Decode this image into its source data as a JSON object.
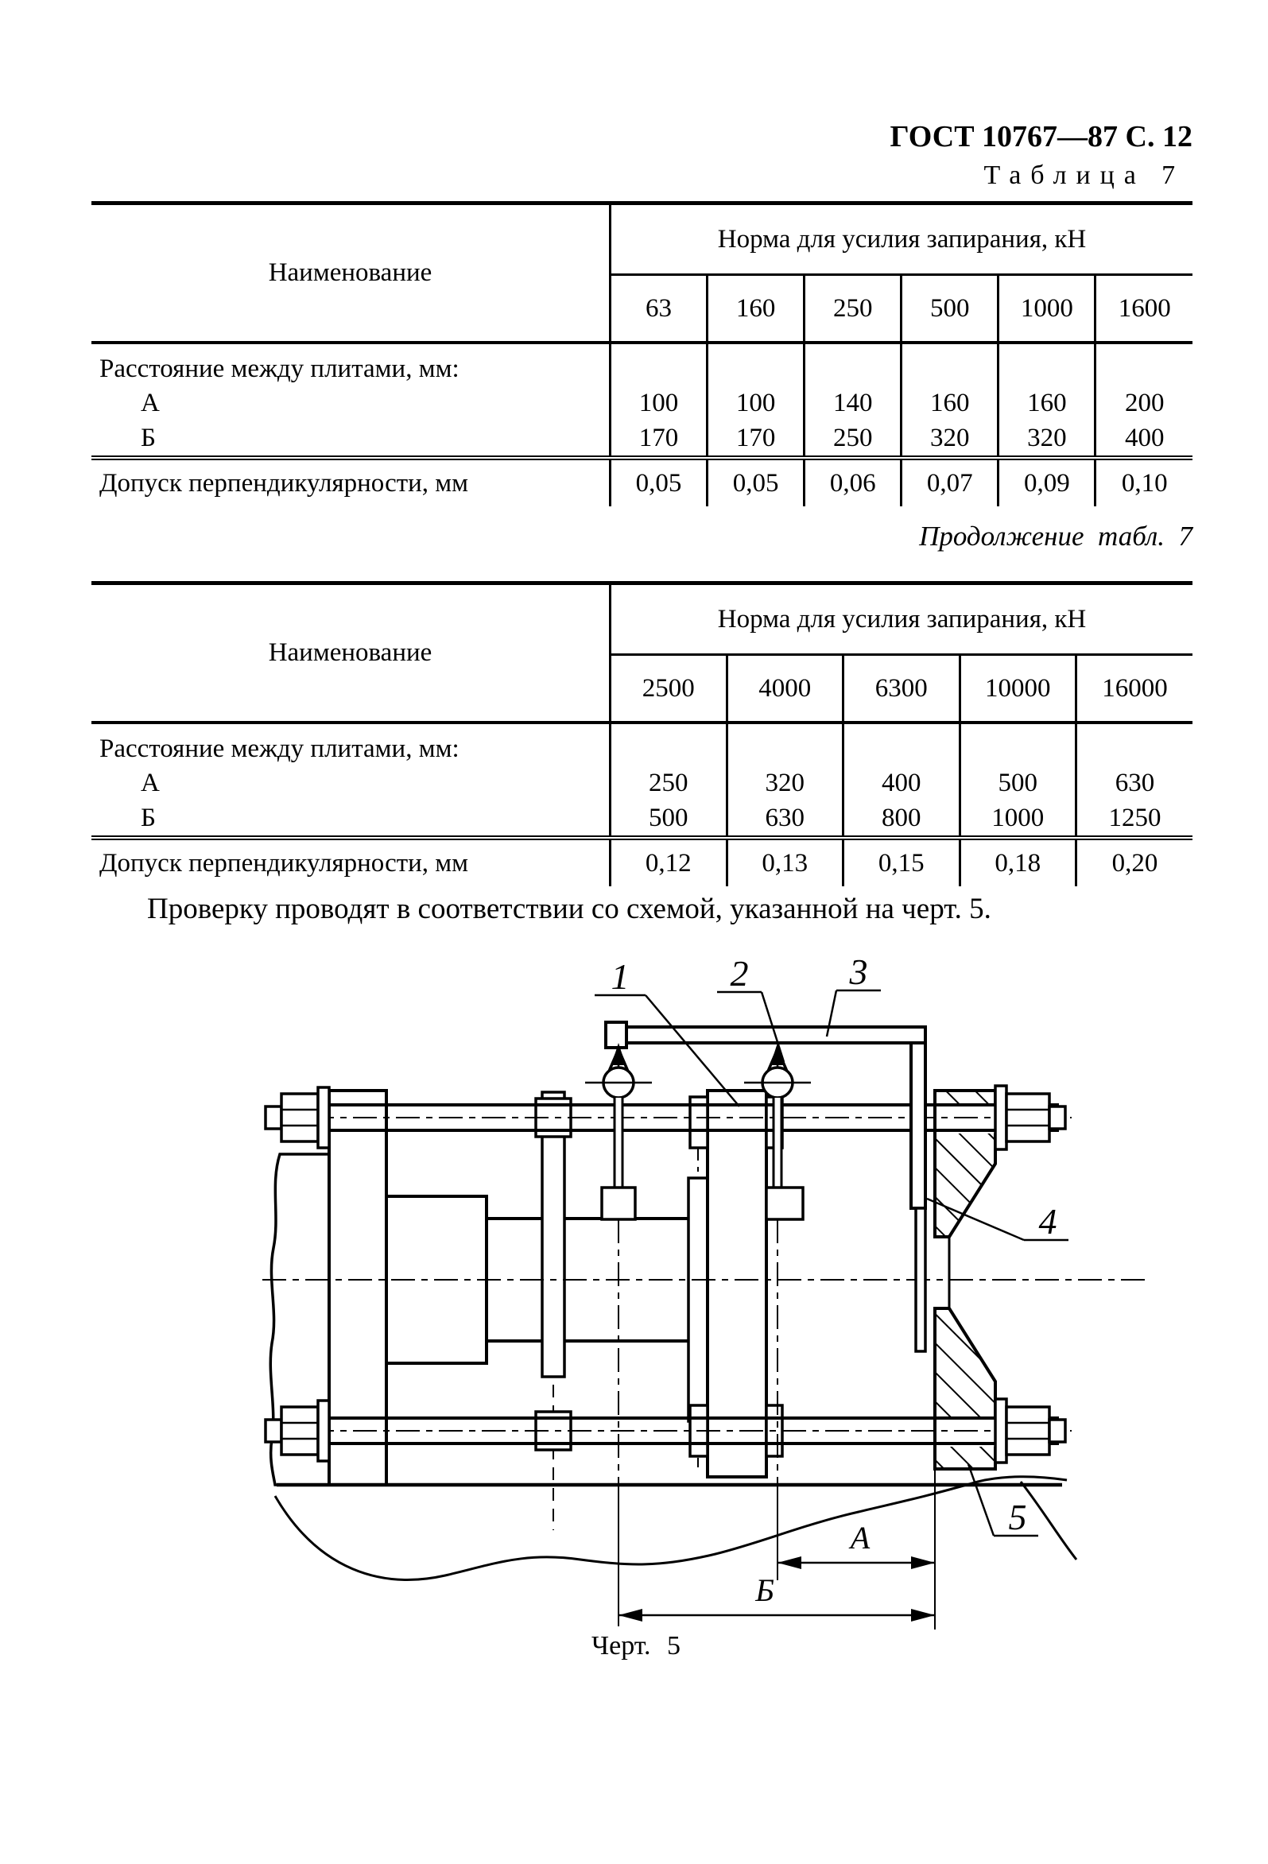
{
  "page_header": "ГОСТ 10767—87 С. 12",
  "table1": {
    "caption": "Таблица 7",
    "name_header": "Наименование",
    "group_header": "Норма для усилия запирания, кН",
    "columns": [
      "63",
      "160",
      "250",
      "500",
      "1000",
      "1600"
    ],
    "rows": [
      {
        "label": "Расстояние между плитами, мм:",
        "indent": false,
        "values": [
          "",
          "",
          "",
          "",
          "",
          ""
        ]
      },
      {
        "label": "А",
        "indent": true,
        "values": [
          "100",
          "100",
          "140",
          "160",
          "160",
          "200"
        ]
      },
      {
        "label": "Б",
        "indent": true,
        "values": [
          "170",
          "170",
          "250",
          "320",
          "320",
          "400"
        ]
      },
      {
        "label": "Допуск перпендикулярности, мм",
        "indent": false,
        "separated": true,
        "values": [
          "0,05",
          "0,05",
          "0,06",
          "0,07",
          "0,09",
          "0,10"
        ]
      }
    ]
  },
  "table2": {
    "caption": "Продолжение табл. 7",
    "name_header": "Наименование",
    "group_header": "Норма для усилия запирания, кН",
    "columns": [
      "2500",
      "4000",
      "6300",
      "10000",
      "16000"
    ],
    "rows": [
      {
        "label": "Расстояние между плитами, мм:",
        "indent": false,
        "values": [
          "",
          "",
          "",
          "",
          ""
        ]
      },
      {
        "label": "А",
        "indent": true,
        "values": [
          "250",
          "320",
          "400",
          "500",
          "630"
        ]
      },
      {
        "label": "Б",
        "indent": true,
        "values": [
          "500",
          "630",
          "800",
          "1000",
          "1250"
        ]
      },
      {
        "label": "Допуск перпендикулярности, мм",
        "indent": false,
        "separated": true,
        "values": [
          "0,12",
          "0,13",
          "0,15",
          "0,18",
          "0,20"
        ]
      }
    ]
  },
  "paragraph": "Проверку проводят в соответствии со схемой, указанной на черт. 5.",
  "figure": {
    "caption": "Черт. 5",
    "callouts": [
      "1",
      "2",
      "3",
      "4",
      "5"
    ],
    "dim_a": "А",
    "dim_b": "Б"
  }
}
